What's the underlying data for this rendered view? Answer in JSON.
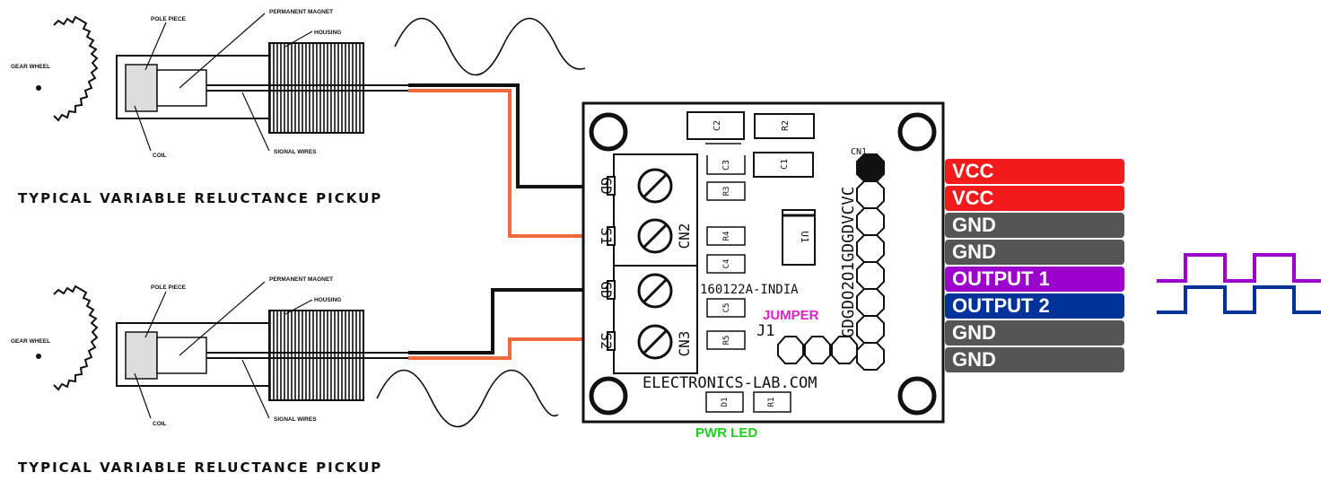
{
  "pickup_top": {
    "caption": "TYPICAL VARIABLE RELUCTANCE PICKUP",
    "labels": {
      "gear_wheel": "GEAR WHEEL",
      "pole_piece": "POLE PIECE",
      "permanent_magnet": "PERMANENT MAGNET",
      "housing": "HOUSING",
      "coil": "COIL",
      "signal_wires": "SIGNAL WIRES"
    }
  },
  "pickup_bottom": {
    "caption": "TYPICAL VARIABLE RELUCTANCE PICKUP",
    "labels": {
      "gear_wheel": "GEAR WHEEL",
      "pole_piece": "POLE PIECE",
      "permanent_magnet": "PERMANENT MAGNET",
      "housing": "HOUSING",
      "coil": "COIL",
      "signal_wires": "SIGNAL WIRES"
    }
  },
  "board": {
    "cn2_pins": [
      "GD",
      "S1"
    ],
    "cn2_label": "CN2",
    "cn3_pins": [
      "GD",
      "S2"
    ],
    "cn3_label": "CN3",
    "cn1_label": "CN1",
    "cn1_pin_text": "GDGDO2O1GDGDVCVC",
    "components": {
      "c1": "C1",
      "c2": "C2",
      "c3": "C3",
      "c4": "C4",
      "c5": "C5",
      "r1": "R1",
      "r2": "R2",
      "r3": "R3",
      "r4": "R4",
      "r5": "R5",
      "d1": "D1",
      "u1": "U1",
      "j1": "J1"
    },
    "part_number": "160122A-INDIA",
    "website": "ELECTRONICS-LAB.COM",
    "jumper_label": "JUMPER",
    "pwr_led_label": "PWR LED"
  },
  "pin_labels": [
    {
      "text": "VCC",
      "color": "#f21b1b"
    },
    {
      "text": "VCC",
      "color": "#f21b1b"
    },
    {
      "text": "GND",
      "color": "#555555"
    },
    {
      "text": "GND",
      "color": "#555555"
    },
    {
      "text": "OUTPUT 1",
      "color": "#9b00cc"
    },
    {
      "text": "OUTPUT 2",
      "color": "#003399"
    },
    {
      "text": "GND",
      "color": "#555555"
    },
    {
      "text": "GND",
      "color": "#555555"
    }
  ],
  "colors": {
    "wire_black": "#111111",
    "wire_orange": "#f26a3d",
    "output1": "#9b00cc",
    "output2": "#003399",
    "jumper": "#e020c8",
    "pwr_led": "#22cc22"
  }
}
